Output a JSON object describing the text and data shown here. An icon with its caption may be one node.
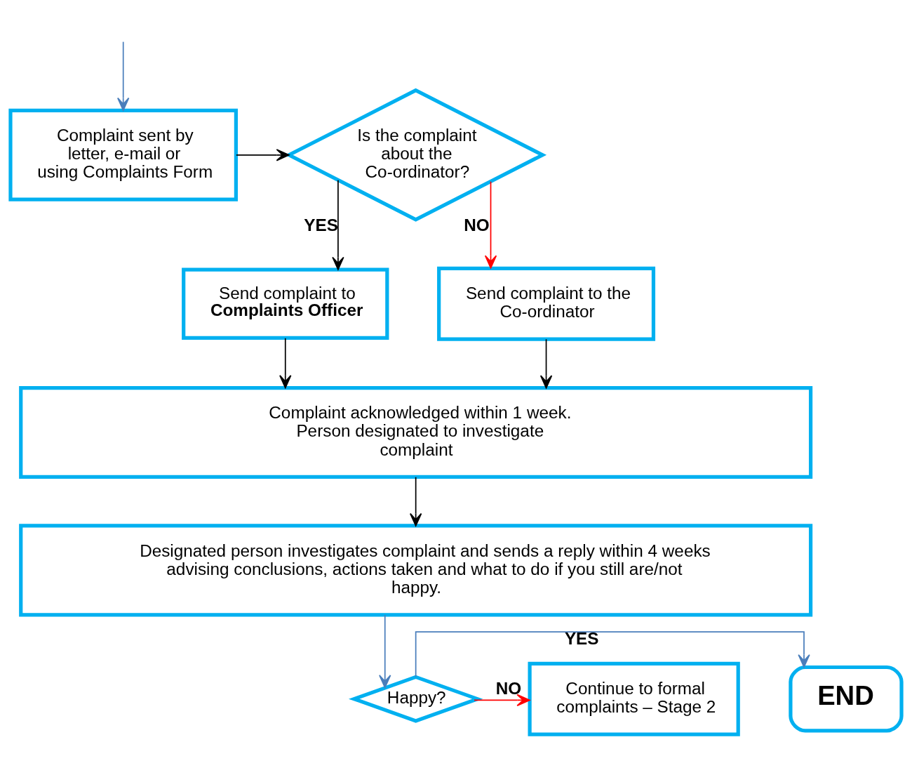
{
  "diagram": {
    "nodes": [
      {
        "text": [
          "Complaint sent by letter, e-mail or using Complaints Form"
        ]
      },
      {
        "text": [
          "Is the complaint about the Co-ordinator?"
        ]
      },
      {
        "text": [
          "Send complaint to **Complaints Officer**"
        ]
      },
      {
        "text": [
          "Send complaint to the Co-ordinator"
        ]
      },
      {
        "text": [
          "Complaint acknowledged within 1 week. Person designated to investigate complaint"
        ]
      },
      {
        "text": [
          "Designated person investigates complaint and sends a reply within 4 weeks advising conclusions, actions taken and what to do if you still are/not happy."
        ]
      },
      {
        "text": [
          "Happy?"
        ]
      },
      {
        "text": [
          "END"
        ]
      },
      {
        "text": [
          "Continue to formal complaints – Stage 2"
        ]
      }
    ],
    "edges": [
      {
        "from": null,
        "to": 0,
        "arrow": "to",
        "color": "#4a7ebb"
      },
      {
        "from": 0,
        "to": 1,
        "arrow": "to"
      },
      {
        "from": 1,
        "to": 3,
        "arrow": "to",
        "label": "NO",
        "color": "#ff0000"
      },
      {
        "from": 1,
        "to": 2,
        "arrow": "to",
        "label": "YES"
      },
      {
        "from": 2,
        "to": 4,
        "arrow": "to"
      },
      {
        "from": 3,
        "to": 4,
        "arrow": "to"
      },
      {
        "from": 4,
        "to": 5,
        "arrow": "to"
      },
      {
        "from": 5,
        "to": 6,
        "arrow": "to",
        "color": "#4a7ebb"
      },
      {
        "from": 6,
        "to": 7,
        "arrow": "to",
        "label": "YES",
        "color": "#4a7ebb"
      },
      {
        "from": 6,
        "to": 8,
        "arrow": "to",
        "label": "NO",
        "color": "#ff0000"
      }
    ]
  }
}
